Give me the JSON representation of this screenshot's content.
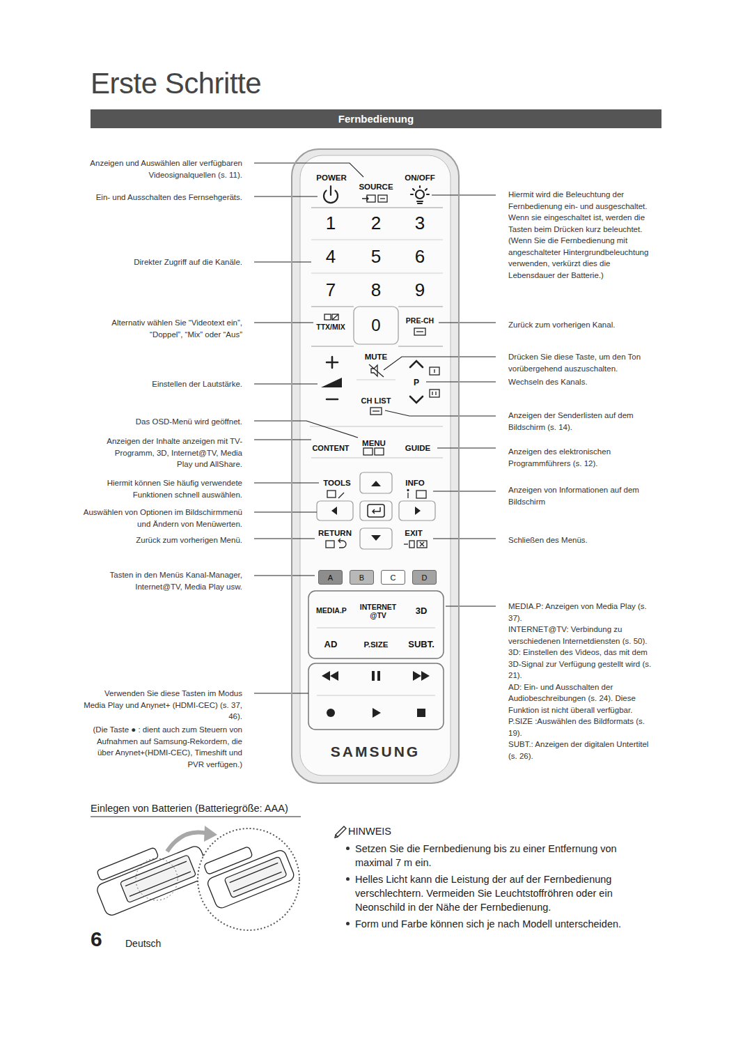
{
  "diagram": {
    "title": "Erste Schritte",
    "nodes": [
      {
        "text": [
          "Fernbedienung"
        ]
      },
      {
        "text": [
          "SAMSUNG"
        ]
      },
      {
        "text": [
          "A"
        ],
        "in": 1
      },
      {
        "text": [
          "B"
        ],
        "in": 1
      },
      {
        "text": [
          "C"
        ],
        "in": 1
      },
      {
        "text": [
          "D"
        ],
        "in": 1
      }
    ],
    "labels": [
      "Anzeigen und Auswählen aller verfügbaren Videosignalquellen (s. 11).",
      "Ein- und Ausschalten des Fernsehgeräts.",
      "Direkter Zugriff auf die Kanäle.",
      "Alternativ wählen Sie “Videotext ein”, “Doppel”, “Mix” oder “Aus”",
      "Einstellen der Lautstärke.",
      "Das OSD-Menü wird geöffnet.",
      "Anzeigen der Inhalte anzeigen mit TV-Programm, 3D, Internet@TV, Media Play und AllShare.",
      "Hiermit können Sie häufig verwendete Funktionen schnell auswählen.",
      "Auswählen von Optionen im Bildschirmmenü und Ändern von Menüwerten.",
      "Zurück zum vorherigen Menü.",
      "Tasten in den Menüs Kanal-Manager, Internet@TV, Media Play usw.",
      "Verwenden Sie diese Tasten im Modus Media Play und Anynet+ (HDMI-CEC) (s. 37, 46).",
      "(Die Taste ● : dient auch zum Steuern von Aufnahmen auf Samsung-Rekordern, die über Anynet+(HDMI-CEC), Timeshift und PVR verfügen.)",
      "Hiermit wird die Beleuchtung der Fernbedienung ein- und ausgeschaltet. Wenn sie eingeschaltet ist, werden die Tasten beim Drücken kurz beleuchtet. (Wenn Sie die Fernbedienung mit angeschalteter Hintergrundbeleuchtung verwenden, verkürzt dies die Lebensdauer der Batterie.)",
      "Zurück zum vorherigen Kanal.",
      "Drücken Sie diese Taste, um den Ton vorübergehend auszuschalten.",
      "Wechseln des Kanals.",
      "Anzeigen der Senderlisten auf dem Bildschirm (s. 14).",
      "Anzeigen des elektronischen Programmführers (s. 12).",
      "Anzeigen von Informationen auf dem Bildschirm",
      "Schließen des Menüs.",
      "MEDIA.P: Anzeigen von Media Play (s. 37).",
      "INTERNET@TV: Verbindung zu verschiedenen Internetdiensten (s. 50).",
      "3D: Einstellen des Videos, das mit dem 3D-Signal zur Verfügung gestellt wird (s. 21).",
      "AD: Ein- und Ausschalten der Audiobeschreibungen (s. 24). Diese Funktion ist nicht überall verfügbar.",
      "P.SIZE :Auswählen des Bildformats (s. 19).",
      "SUBT.: Anzeigen der digitalen Untertitel (s. 26).",
      "POWER",
      "SOURCE",
      "ON/OFF",
      "1",
      "2",
      "3",
      "4",
      "5",
      "6",
      "7",
      "8",
      "9",
      "TTX/MIX",
      "0",
      "PRE-CH",
      "MUTE",
      "P",
      "CH LIST",
      "CONTENT",
      "MENU",
      "GUIDE",
      "TOOLS",
      "INFO",
      "RETURN",
      "EXIT",
      "MEDIA.P",
      "INTERNET @TV",
      "3D",
      "AD",
      "P.SIZE",
      "SUBT.",
      "Einlegen von Batterien (Batteriegröße: AAA)",
      "HINWEIS",
      "Setzen Sie die Fernbedienung bis zu einer Entfernung von maximal 7 m ein.",
      "Helles Licht kann die Leistung der auf der Fernbedienung verschlechtern. Vermeiden Sie Leuchtstoffröhren oder ein Neonschild in der Nähe der Fernbedienung.",
      "Form und Farbe können sich je nach Modell unterscheiden.",
      "6",
      "Deutsch"
    ]
  }
}
